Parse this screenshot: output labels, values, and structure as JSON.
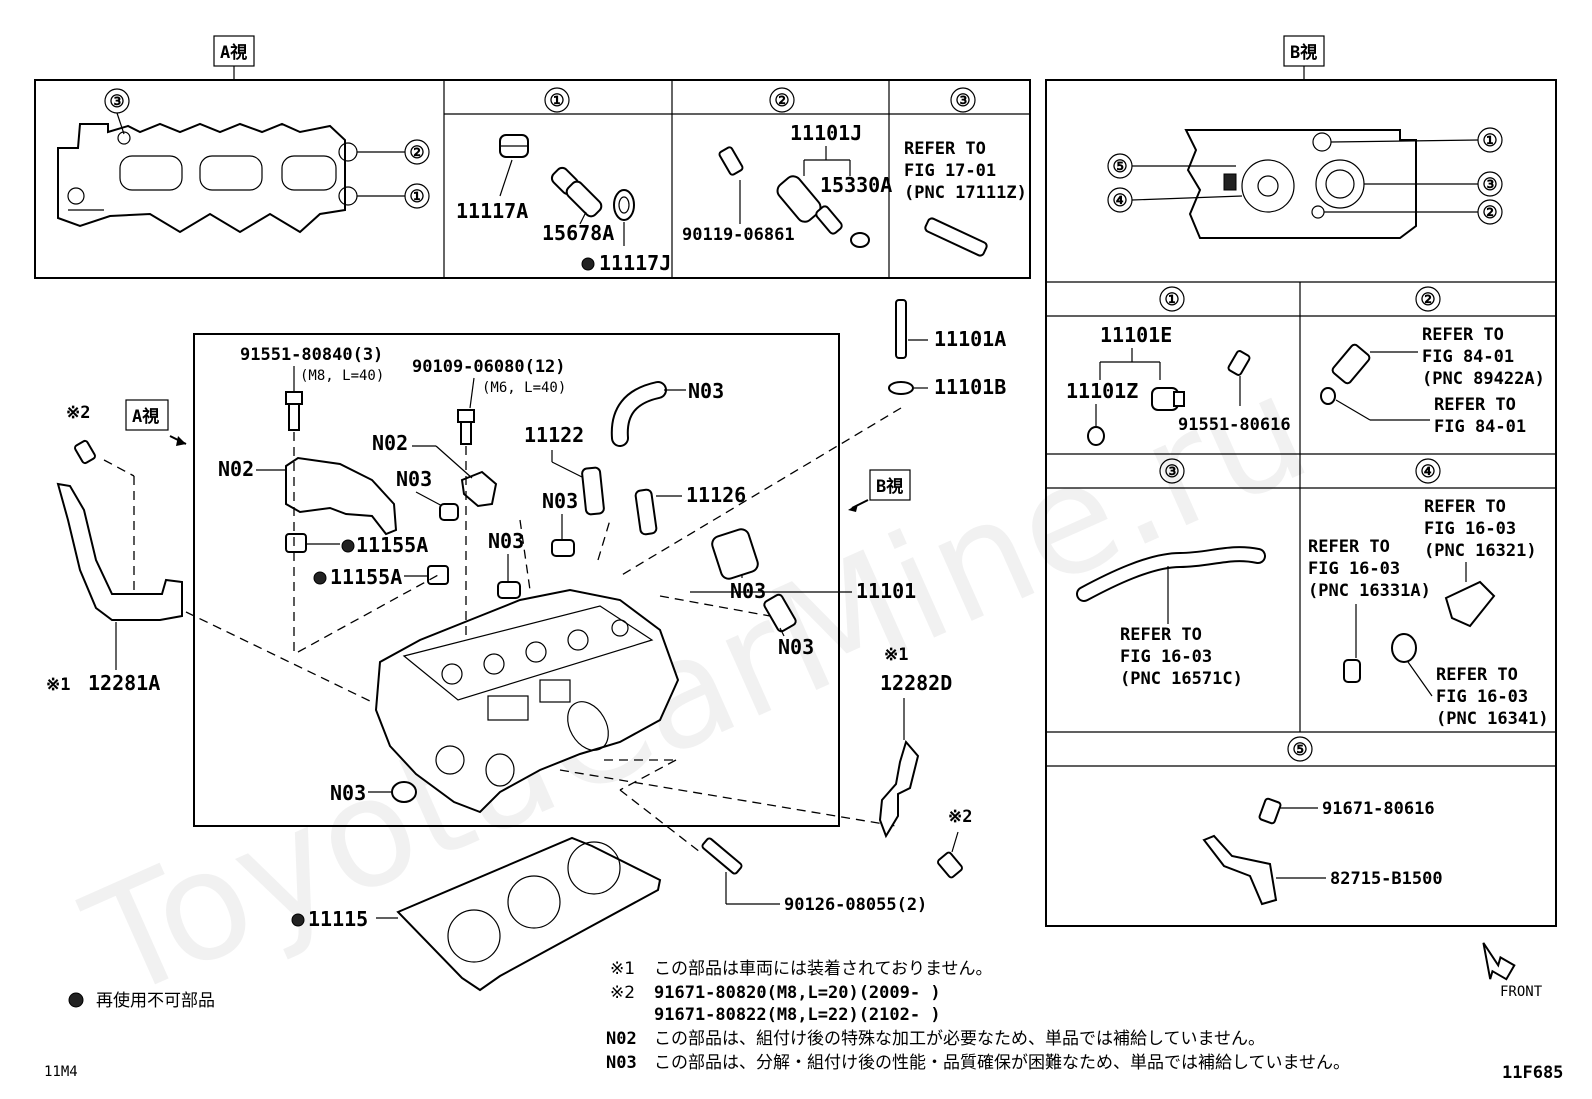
{
  "watermark": "ToyotaCarMine.ru",
  "view_labels": {
    "a_view": "A視",
    "b_view": "B視"
  },
  "circled": {
    "c1": "①",
    "c2": "②",
    "c3": "③",
    "c4": "④",
    "c5": "⑤"
  },
  "a_panel": {
    "sub1_parts": [
      "11117A",
      "15678A",
      "11117J"
    ],
    "sub2_parts": [
      "11101J",
      "15330A",
      "90119-06861"
    ],
    "sub3_refer": [
      "REFER TO",
      "FIG 17-01",
      "(PNC 17111Z)"
    ]
  },
  "b_panel": {
    "sub1_parts": [
      "11101E",
      "11101Z",
      "91551-80616"
    ],
    "sub2_refer_a": [
      "REFER TO",
      "FIG 84-01",
      "(PNC 89422A)"
    ],
    "sub2_refer_b": [
      "REFER TO",
      "FIG 84-01"
    ],
    "sub3_refer": [
      "REFER TO",
      "FIG 16-03",
      "(PNC 16571C)"
    ],
    "sub4_refer_a": [
      "REFER TO",
      "FIG 16-03",
      "(PNC 16321)"
    ],
    "sub4_refer_b": [
      "REFER TO",
      "FIG 16-03",
      "(PNC 16331A)"
    ],
    "sub4_refer_c": [
      "REFER TO",
      "FIG 16-03",
      "(PNC 16341)"
    ],
    "sub5_parts": [
      "91671-80616",
      "82715-B1500"
    ]
  },
  "main": {
    "bolt1": "91551-80840(3)",
    "bolt1_spec": "(M8, L=40)",
    "bolt2": "90109-06080(12)",
    "bolt2_spec": "(M6, L=40)",
    "n02": "N02",
    "n03": "N03",
    "p11122": "11122",
    "p11126": "11126",
    "p11155A": "11155A",
    "p11101": "11101",
    "p11101A": "11101A",
    "p11101B": "11101B",
    "p12281A": "12281A",
    "p12282D": "12282D",
    "p90126": "90126-08055(2)",
    "p11115": "11115",
    "mark1": "※1",
    "mark2": "※2"
  },
  "legend": {
    "reuse_text": "再使用不可部品"
  },
  "notes": {
    "n1_mark": "※1",
    "n1_text": "この部品は車両には装着されておりません。",
    "n2_mark": "※2",
    "n2_line1": "91671-80820(M8,L=20)(2009-      )",
    "n2_line2": "91671-80822(M8,L=22)(2102-      )",
    "n3_mark": "N02",
    "n3_text": "この部品は、組付け後の特殊な加工が必要なため、単品では補給していません。",
    "n4_mark": "N03",
    "n4_text": "この部品は、分解・組付け後の性能・品質確保が困難なため、単品では補給していません。"
  },
  "front": "FRONT",
  "footer": {
    "left": "11M4",
    "right": "11F685"
  }
}
